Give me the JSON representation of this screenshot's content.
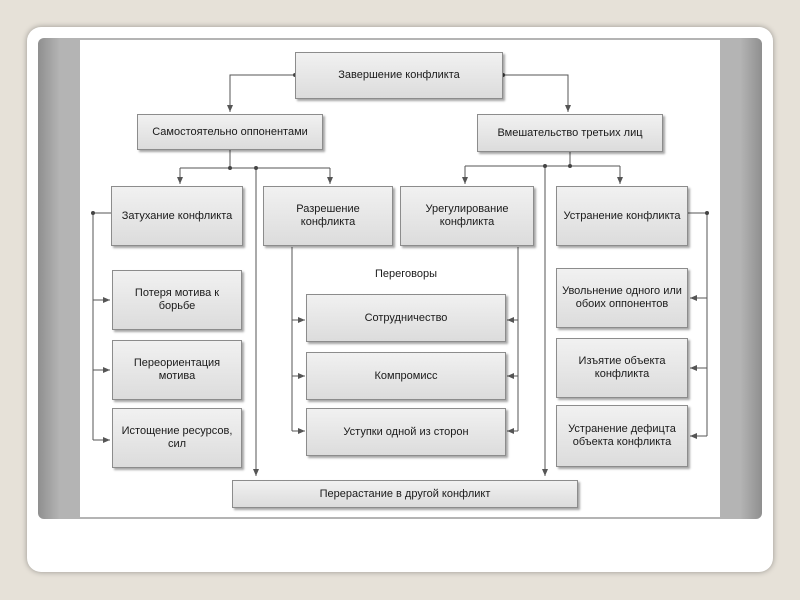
{
  "diagram": {
    "root": "Завершение конфликта",
    "self": "Самостоятельно оппонентами",
    "third": "Вмешательство третьих лиц",
    "fading": "Затухание конфликта",
    "resolution": "Разрешение конфликта",
    "settlement": "Урегулирование конфликта",
    "elimination": "Устранение конфликта",
    "negotiations": "Переговоры",
    "fading_items": [
      "Потеря мотива к борьбе",
      "Переориентация мотива",
      "Истощение ресурсов, сил"
    ],
    "negotiation_items": [
      "Сотрудничество",
      "Компромисс",
      "Уступки одной из сторон"
    ],
    "elimination_items": [
      "Увольнение одного или обоих оппонентов",
      "Изъятие объекта конфликта",
      "Устранение дефицта объекта конфликта"
    ],
    "bottom": "Перерастание в другой конфликт"
  }
}
